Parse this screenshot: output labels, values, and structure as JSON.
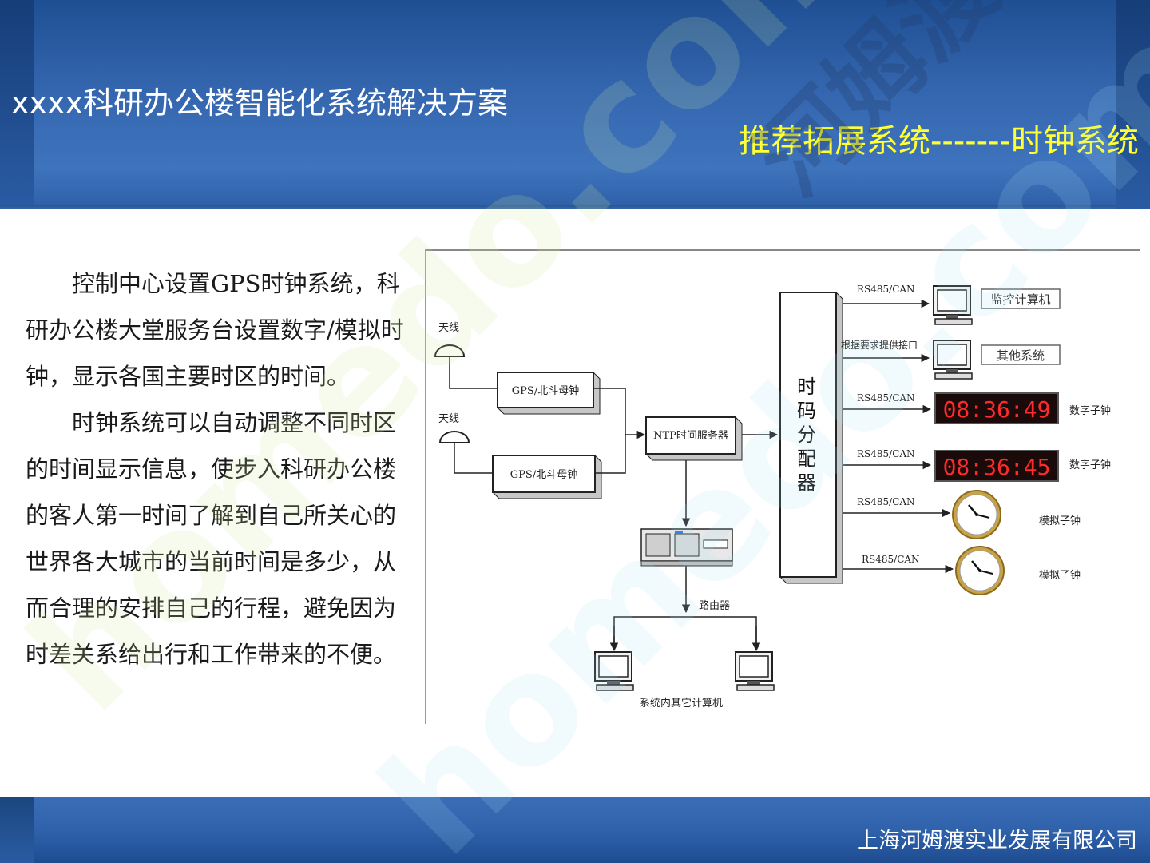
{
  "header": {
    "title": "xxxx科研办公楼智能化系统解决方案",
    "subtitle": "推荐拓展系统-------时钟系统"
  },
  "body": {
    "paragraphs": [
      "控制中心设置GPS时钟系统，科研办公楼大堂服务台设置数字/模拟时钟，显示各国主要时区的时间。",
      "时钟系统可以自动调整不同时区的时间显示信息，使步入科研办公楼的客人第一时间了解到自己所关心的世界各大城市的当前时间是多少，从而合理的安排自己的行程，避免因为时差关系给出行和工作带来的不便。"
    ]
  },
  "diagram": {
    "antenna_1": "天线",
    "antenna_2": "天线",
    "master_clock_1": "GPS/北斗母钟",
    "master_clock_2": "GPS/北斗母钟",
    "ntp_server": "NTP时间服务器",
    "distributor": [
      "时",
      "码",
      "分",
      "配",
      "器"
    ],
    "router": "路由器",
    "other_computers": "系统内其它计算机",
    "outputs": [
      {
        "interface": "RS485/CAN",
        "device": "监控计算机"
      },
      {
        "interface": "根据要求提供接口",
        "device": "其他系统"
      },
      {
        "interface": "RS485/CAN",
        "display": "08:36:49",
        "device": "数字子钟"
      },
      {
        "interface": "RS485/CAN",
        "display": "08:36:45",
        "device": "数字子钟"
      },
      {
        "interface": "RS485/CAN",
        "device": "模拟子钟"
      },
      {
        "interface": "RS485/CAN",
        "device": "模拟子钟"
      }
    ]
  },
  "footer": {
    "company": "上海河姆渡实业发展有限公司"
  },
  "watermark": {
    "text_1": "homedo.com",
    "text_2": "河姆渡"
  },
  "colors": {
    "header_blue": "#3567b0",
    "subtitle_yellow": "#ffff33",
    "led_red": "#ff2a2a"
  }
}
